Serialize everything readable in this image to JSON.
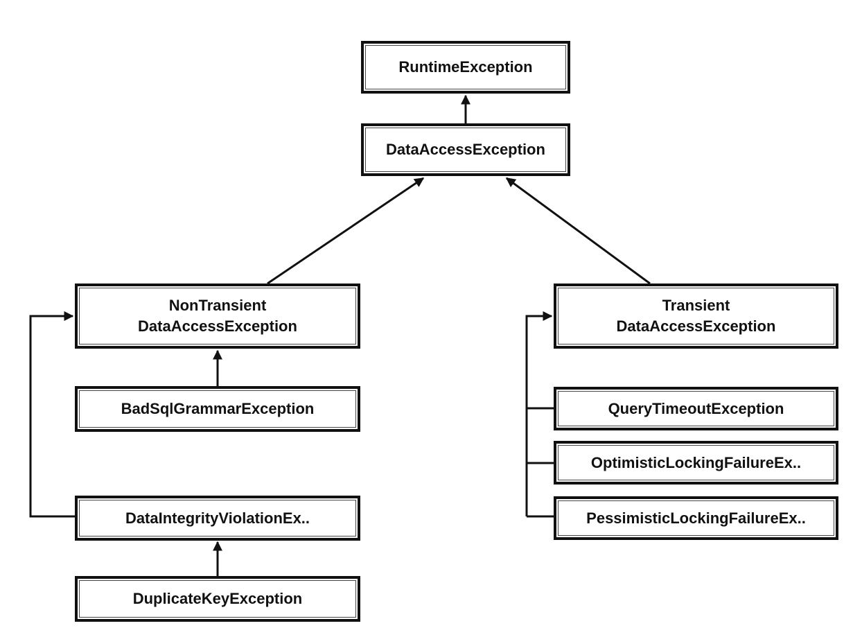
{
  "diagram": {
    "nodes": {
      "runtime": "RuntimeException",
      "data_access": "DataAccessException",
      "non_transient": "NonTransient\nDataAccessException",
      "bad_sql_grammar": "BadSqlGrammarException",
      "data_integrity_violation": "DataIntegrityViolationEx..",
      "duplicate_key": "DuplicateKeyException",
      "transient": "Transient\nDataAccessException",
      "query_timeout": "QueryTimeoutException",
      "optimistic_locking": "OptimisticLockingFailureEx..",
      "pessimistic_locking": "PessimisticLockingFailureEx.."
    },
    "edges": [
      {
        "from": "data_access",
        "to": "runtime"
      },
      {
        "from": "non_transient",
        "to": "data_access"
      },
      {
        "from": "transient",
        "to": "data_access"
      },
      {
        "from": "bad_sql_grammar",
        "to": "non_transient"
      },
      {
        "from": "data_integrity_violation",
        "to": "non_transient"
      },
      {
        "from": "duplicate_key",
        "to": "data_integrity_violation"
      },
      {
        "from": "query_timeout",
        "to": "transient"
      },
      {
        "from": "optimistic_locking",
        "to": "transient"
      },
      {
        "from": "pessimistic_locking",
        "to": "transient"
      }
    ],
    "colors": {
      "stroke": "#111111",
      "background": "#ffffff"
    }
  }
}
